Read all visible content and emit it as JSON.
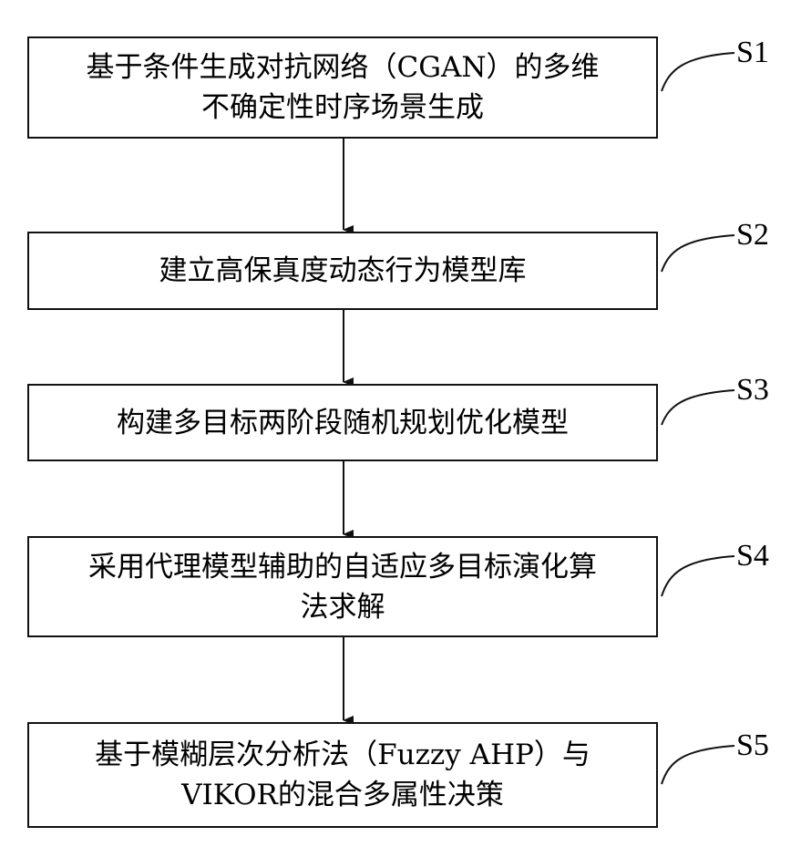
{
  "steps": [
    {
      "label": "S1",
      "lines": [
        "基于条件生成对抗网络（CGAN）的多维",
        "不确定性时序场景生成"
      ]
    },
    {
      "label": "S2",
      "lines": [
        "建立高保真度动态行为模型库"
      ]
    },
    {
      "label": "S3",
      "lines": [
        "构建多目标两阶段随机规划优化模型"
      ]
    },
    {
      "label": "S4",
      "lines": [
        "采用代理模型辅助的自适应多目标演化算",
        "法求解"
      ]
    },
    {
      "label": "S5",
      "lines": [
        "基于模糊层次分析法（Fuzzy AHP）与",
        "VIKOR的混合多属性决策"
      ]
    }
  ]
}
